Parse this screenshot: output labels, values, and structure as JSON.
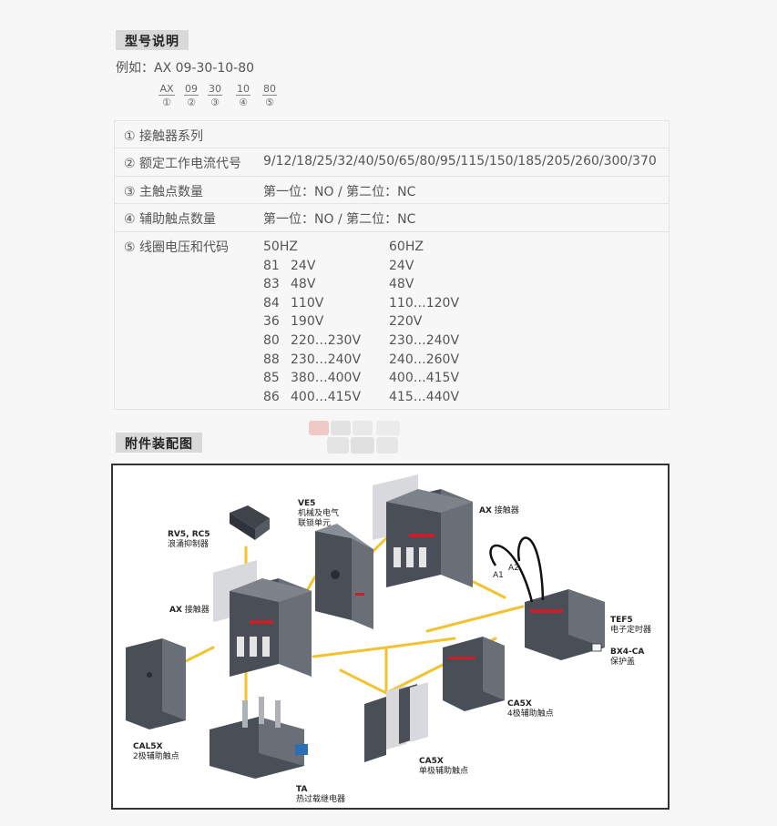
{
  "section_model": "型号说明",
  "example": "例如：AX 09-30-10-80",
  "code_parts": [
    {
      "code": "AX",
      "num": "①"
    },
    {
      "code": "09",
      "num": "②"
    },
    {
      "code": "30",
      "num": "③"
    },
    {
      "code": "10",
      "num": "④"
    },
    {
      "code": "80",
      "num": "⑤"
    }
  ],
  "spec_rows": [
    {
      "label": "① 接触器系列",
      "value": ""
    },
    {
      "label": "② 额定工作电流代号",
      "value": "9/12/18/25/32/40/50/65/80/95/115/150/185/205/260/300/370"
    },
    {
      "label": "③ 主触点数量",
      "value": "第一位：NO / 第二位：NC"
    },
    {
      "label": "④ 辅助触点数量",
      "value": "第一位：NO / 第二位：NC"
    },
    {
      "label": "⑤ 线圈电压和代码",
      "value": ""
    }
  ],
  "coil": {
    "header_50": "50HZ",
    "header_60": "60HZ",
    "rows": [
      {
        "code": "81",
        "v50": "24V",
        "v60": "24V"
      },
      {
        "code": "83",
        "v50": "48V",
        "v60": "48V"
      },
      {
        "code": "84",
        "v50": "110V",
        "v60": "110…120V"
      },
      {
        "code": "36",
        "v50": "190V",
        "v60": "220V"
      },
      {
        "code": "80",
        "v50": "220…230V",
        "v60": "230…240V"
      },
      {
        "code": "88",
        "v50": "230…240V",
        "v60": "240…260V"
      },
      {
        "code": "85",
        "v50": "380…400V",
        "v60": "400…415V"
      },
      {
        "code": "86",
        "v50": "400…415V",
        "v60": "415…440V"
      }
    ]
  },
  "section_accessories": "附件装配图",
  "diagram_labels": {
    "rv5": {
      "code": "RV5, RC5",
      "desc": "浪涌抑制器"
    },
    "ve5": {
      "code": "VE5",
      "desc1": "机械及电气",
      "desc2": "联锁单元"
    },
    "ax_top": {
      "code": "AX",
      "desc": "接触器"
    },
    "ax_left": {
      "code": "AX",
      "desc": "接触器"
    },
    "a1": "A1",
    "a2": "A2",
    "tef5": {
      "code": "TEF5",
      "desc": "电子定时器"
    },
    "bx4": {
      "code": "BX4-CA",
      "desc": "保护盖"
    },
    "ca5x_4": {
      "code": "CA5X",
      "desc": "4极辅助触点"
    },
    "ca5x_1": {
      "code": "CA5X",
      "desc": "单极辅助触点"
    },
    "cal5x": {
      "code": "CAL5X",
      "desc": "2极辅助触点"
    },
    "ta": {
      "code": "TA",
      "desc": "热过载继电器"
    }
  },
  "colors": {
    "connector": "#f2c230",
    "device_dark": "#4a4f57",
    "device_light": "#d7d9dc",
    "accent_red": "#c8202a",
    "accent_blue": "#2c6fb5"
  }
}
